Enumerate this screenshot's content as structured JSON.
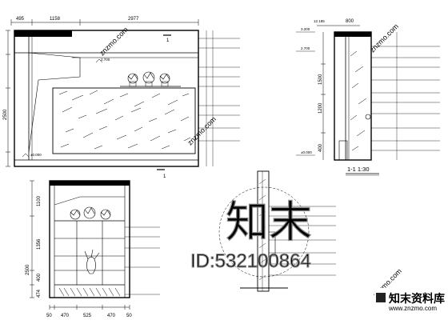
{
  "elevation_a": {
    "top_dims": [
      "495",
      "1158",
      "2977"
    ],
    "side_dims": [
      "2500"
    ],
    "levels": [
      "2.700",
      "±0.000"
    ],
    "callouts": [
      "1",
      "1"
    ]
  },
  "section_1_1": {
    "top_dims": [
      "12.185",
      "800"
    ],
    "side_dims": [
      "1200",
      "1500",
      "400"
    ],
    "levels": [
      "3.200",
      "2.700",
      "±0.000"
    ],
    "title": "1-1 1:30"
  },
  "elevation_b": {
    "side_dims": [
      "2500",
      "1100",
      "1356",
      "400",
      "474"
    ],
    "bottom_dims": [
      "50",
      "470",
      "525",
      "470",
      "50"
    ]
  },
  "watermark": {
    "big_text": "知末",
    "id_text": "ID:532100864",
    "diagonal_text": "znzmo.com",
    "brand_text": "知末资料库",
    "url_text": "www.znzmo.com"
  }
}
